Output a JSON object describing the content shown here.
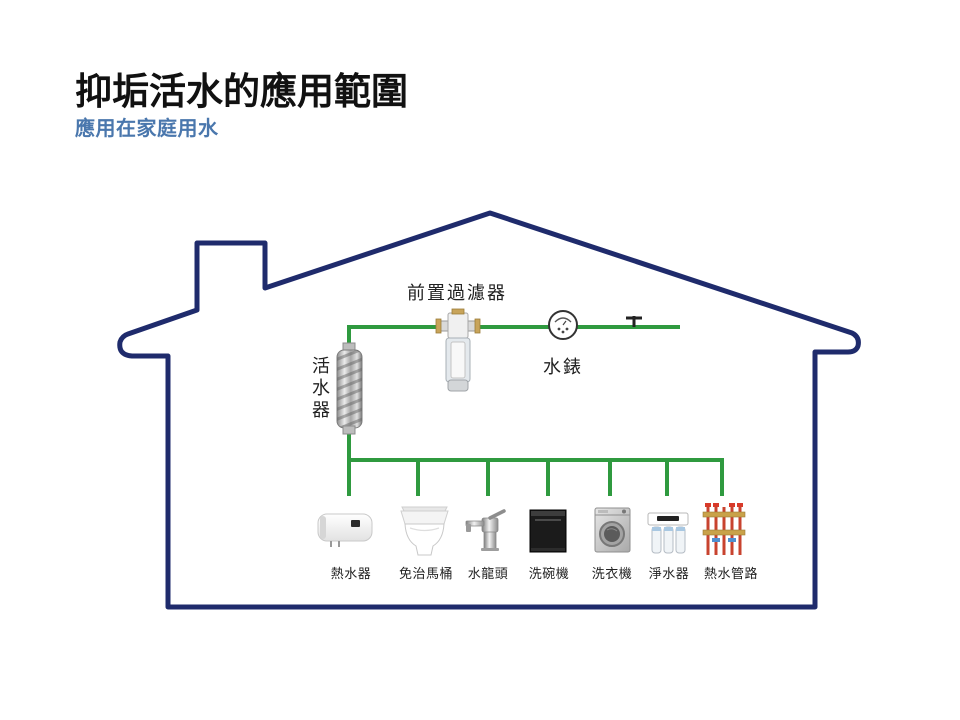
{
  "title": "抑垢活水的應用範圍",
  "subtitle": "應用在家庭用水",
  "colors": {
    "title": "#111111",
    "subtitle": "#4a77ad",
    "house_outline": "#1f2b6c",
    "pipe": "#2f9a3f"
  },
  "diagram": {
    "activator": {
      "label": "活水器",
      "icon": "water-activator-icon"
    },
    "prefilter": {
      "label": "前置過濾器",
      "icon": "pre-filter-icon"
    },
    "meter": {
      "label": "水錶",
      "icon": "water-meter-icon"
    },
    "valve": {
      "icon": "valve-icon"
    },
    "appliances": [
      {
        "label": "熱水器",
        "icon": "water-heater-icon"
      },
      {
        "label": "免治馬桶",
        "icon": "bidet-toilet-icon"
      },
      {
        "label": "水龍頭",
        "icon": "faucet-icon"
      },
      {
        "label": "洗碗機",
        "icon": "dishwasher-icon"
      },
      {
        "label": "洗衣機",
        "icon": "washing-machine-icon"
      },
      {
        "label": "淨水器",
        "icon": "water-purifier-icon"
      },
      {
        "label": "熱水管路",
        "icon": "hot-water-manifold-icon"
      }
    ]
  }
}
